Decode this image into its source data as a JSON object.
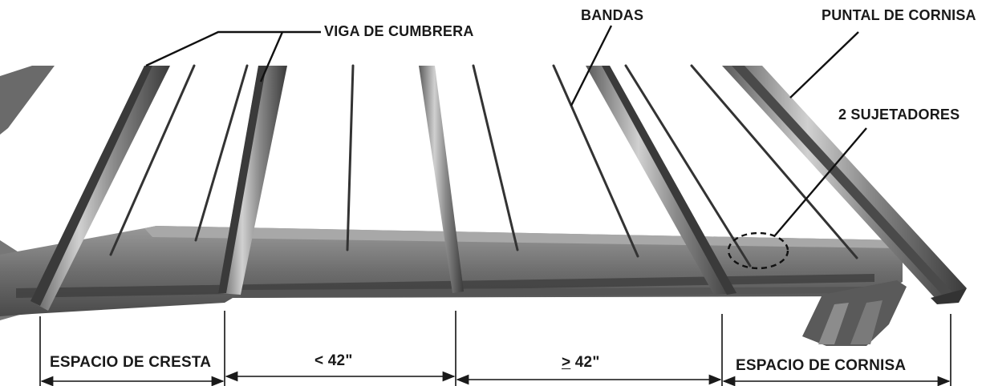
{
  "callouts": {
    "ridge_beam": "VIGA DE CUMBRERA",
    "straps": "BANDAS",
    "eave_strut": "PUNTAL DE CORNISA",
    "fasteners": "2 SUJETADORES"
  },
  "dimensions": {
    "ridge_space": "ESPACIO DE CRESTA",
    "less_than_prefix": "<",
    "less_than_value": "42\"",
    "ge_symbol": ">",
    "ge_value": "42\"",
    "eave_space": "ESPACIO DE CORNISA"
  },
  "colors": {
    "panel": "#ffffff",
    "steel_dark": "#3c3c3c",
    "steel_mid": "#808080",
    "steel_light": "#c4c4c4",
    "ink": "#1a1a1a"
  }
}
